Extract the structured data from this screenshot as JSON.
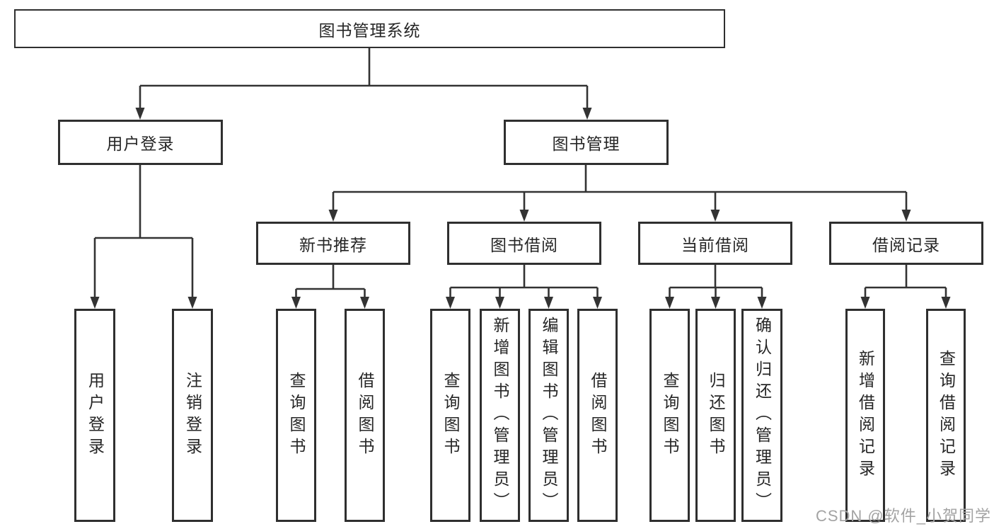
{
  "diagram": {
    "watermark": "CSDN @软件_小贺同学",
    "theme": {
      "line_color": "#333333",
      "box_border": "#2f2f2f",
      "text_color": "#262626",
      "bg": "#ffffff",
      "watermark_color": "#a3a3a3"
    },
    "nodes": {
      "root": {
        "label": "图书管理系统"
      },
      "level2": [
        {
          "label": "用户登录"
        },
        {
          "label": "图书管理"
        }
      ],
      "level3": [
        {
          "label": "新书推荐"
        },
        {
          "label": "图书借阅"
        },
        {
          "label": "当前借阅"
        },
        {
          "label": "借阅记录"
        }
      ],
      "leaves": {
        "user_login": [
          "用户登录",
          "注销登录"
        ],
        "new_books": [
          "查询图书",
          "借阅图书"
        ],
        "book_borrow": [
          "查询图书",
          "新增图书（管理员）",
          "编辑图书（管理员）",
          "借阅图书"
        ],
        "current_borrow": [
          "查询图书",
          "归还图书",
          "确认归还（管理员）"
        ],
        "borrow_records": [
          "新增借阅记录",
          "查询借阅记录"
        ]
      }
    }
  }
}
